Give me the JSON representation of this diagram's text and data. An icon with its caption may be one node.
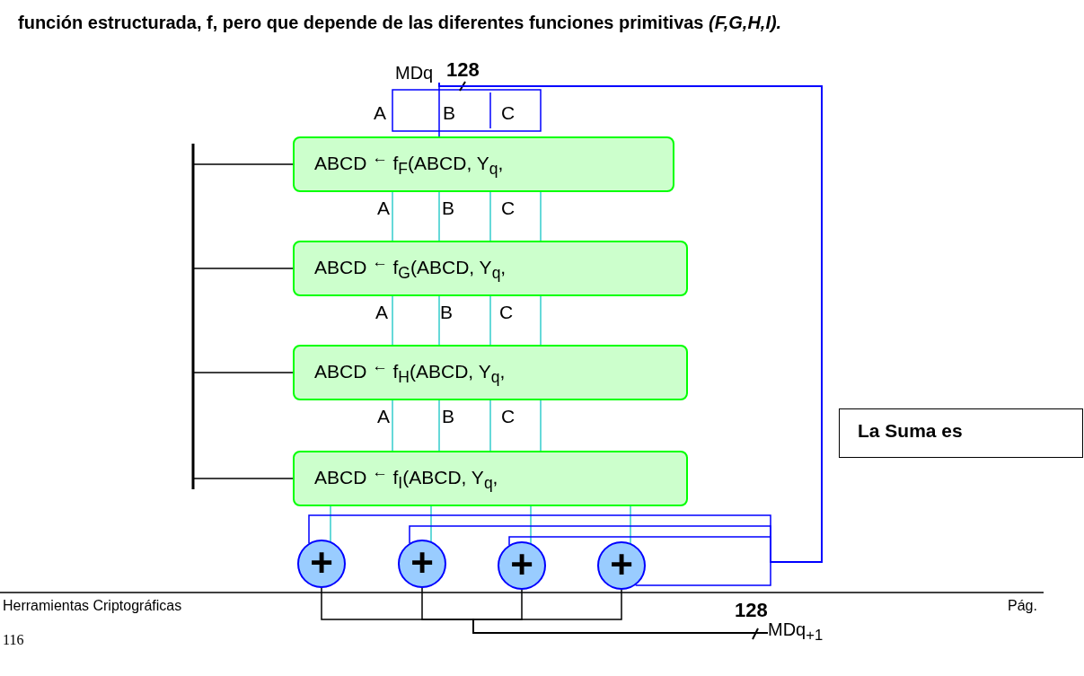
{
  "diagram": {
    "nodes": [
      {
        "text": [
          "MDq"
        ]
      },
      {
        "text": [
          "ABCD $^{←}$ f$_{F}$(ABCD, Y$_{q}$,"
        ]
      },
      {
        "text": [
          "ABCD $^{←}$ f$_{G}$(ABCD, Y$_{q}$,"
        ]
      },
      {
        "text": [
          "ABCD $^{←}$ f$_{H}$(ABCD, Y$_{q}$,"
        ]
      },
      {
        "text": [
          "ABCD $^{←}$ f$_{I}$(ABCD, Y$_{q}$,"
        ]
      },
      {
        "text": [
          "La Suma es"
        ]
      },
      {
        "text": [
          "+"
        ]
      },
      {
        "text": [
          "+"
        ]
      },
      {
        "text": [
          "+"
        ]
      },
      {
        "text": [
          "+"
        ]
      },
      {
        "text": [
          "MDq$_{+1}$"
        ]
      }
    ],
    "edges": [
      {
        "from": 0,
        "to": 1,
        "arrow": "none",
        "color": "#0000ff"
      },
      {
        "from": 1,
        "to": 2,
        "arrow": "none"
      },
      {
        "from": 1,
        "to": 2,
        "arrow": "none"
      },
      {
        "from": 1,
        "to": 2,
        "arrow": "none"
      },
      {
        "from": 1,
        "to": 2,
        "arrow": "none"
      },
      {
        "from": 2,
        "to": 3,
        "arrow": "none"
      },
      {
        "from": 2,
        "to": 3,
        "arrow": "none"
      },
      {
        "from": 2,
        "to": 3,
        "arrow": "none"
      },
      {
        "from": 2,
        "to": 3,
        "arrow": "none"
      },
      {
        "from": 3,
        "to": 4,
        "arrow": "none"
      },
      {
        "from": 3,
        "to": 4,
        "arrow": "none"
      },
      {
        "from": 3,
        "to": 4,
        "arrow": "none"
      },
      {
        "from": 3,
        "to": 4,
        "arrow": "none"
      },
      {
        "from": 4,
        "to": 6,
        "arrow": "none"
      },
      {
        "from": 4,
        "to": 7,
        "arrow": "none"
      },
      {
        "from": 4,
        "to": 8,
        "arrow": "none"
      },
      {
        "from": 4,
        "to": 9,
        "arrow": "none"
      },
      {
        "from": 0,
        "to": 6,
        "arrow": "none",
        "color": "#0000ff"
      },
      {
        "from": 0,
        "to": 7,
        "arrow": "none",
        "color": "#0000ff"
      },
      {
        "from": 0,
        "to": 8,
        "arrow": "none",
        "color": "#0000ff"
      },
      {
        "from": 0,
        "to": 9,
        "arrow": "none",
        "color": "#0000ff"
      },
      {
        "from": 6,
        "to": 10,
        "arrow": "none",
        "color": "#000000"
      },
      {
        "from": 7,
        "to": 10,
        "arrow": "none",
        "color": "#000000"
      },
      {
        "from": 8,
        "to": 10,
        "arrow": "none",
        "color": "#000000"
      },
      {
        "from": 9,
        "to": 10,
        "arrow": "none",
        "color": "#000000"
      }
    ],
    "labels": [
      "función estructurada, f, pero que depende de las diferentes funciones primitivas *(F,G,H,I).*",
      "128",
      "A",
      "B",
      "C",
      "A",
      "B",
      "C",
      "A",
      "B",
      "C",
      "A",
      "B",
      "C",
      "Herramientas Criptográficas",
      "Pág.",
      "116",
      "128"
    ]
  }
}
